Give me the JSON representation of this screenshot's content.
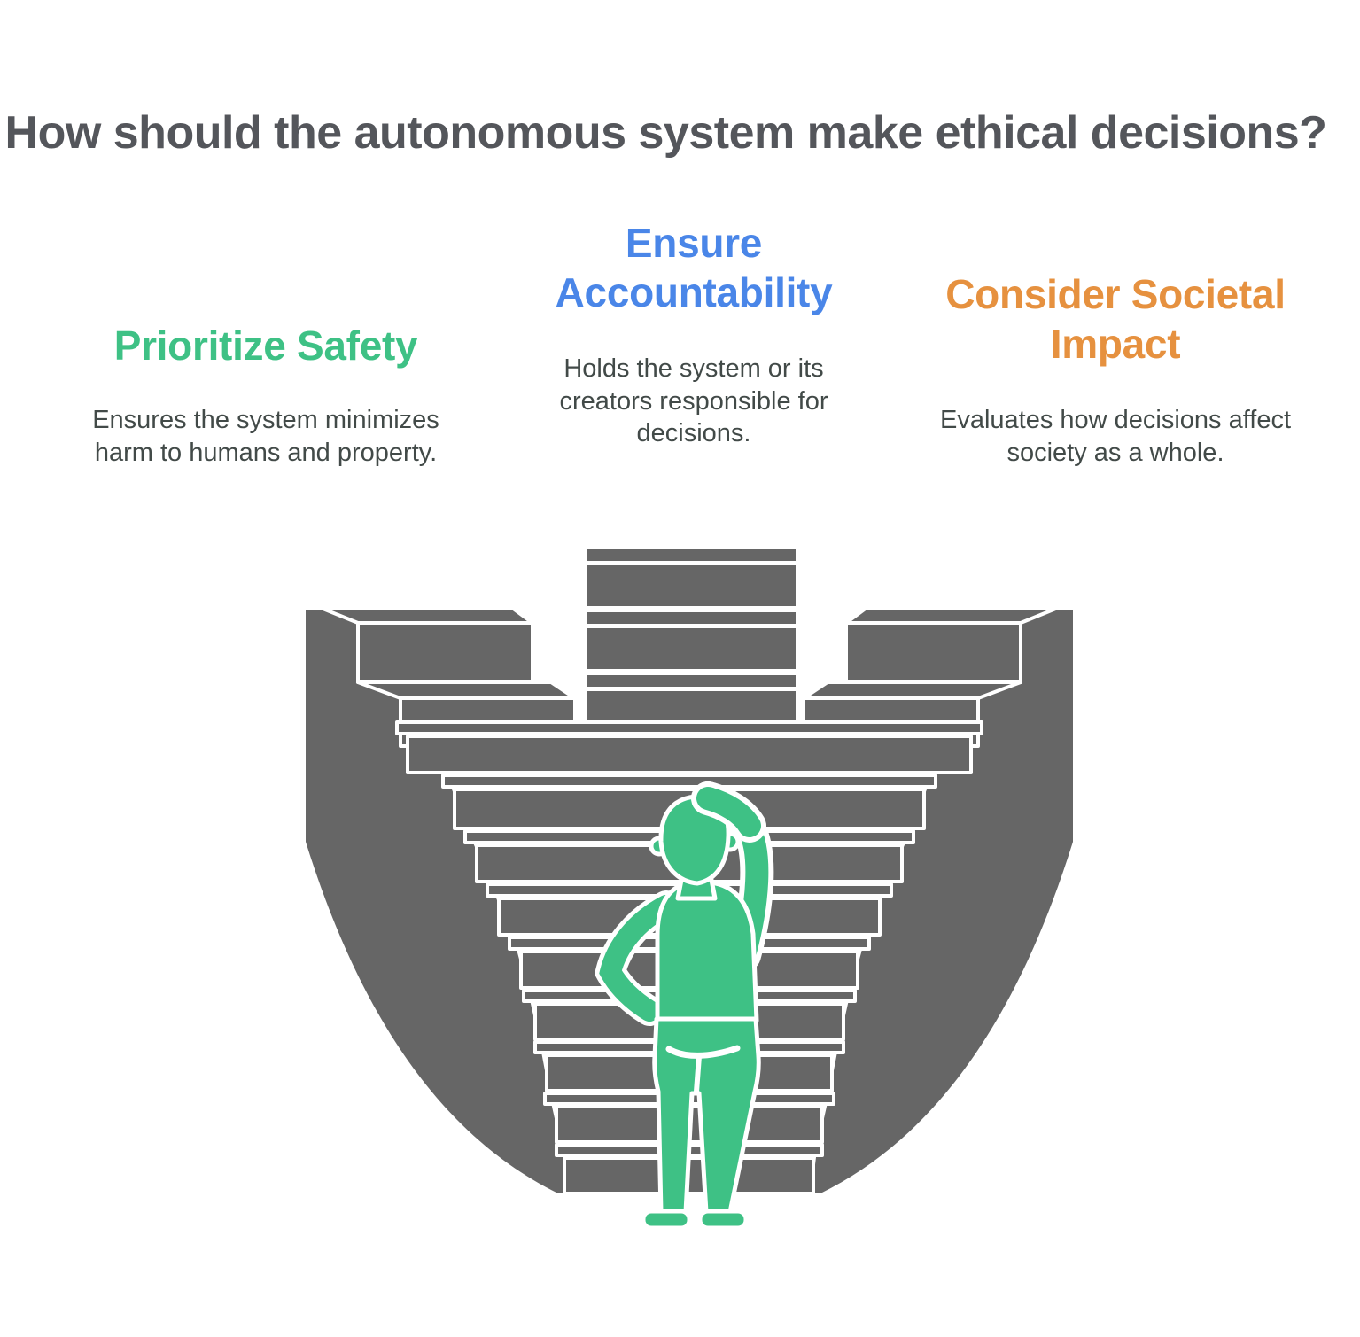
{
  "title": {
    "text": "How should the autonomous system make ethical decisions?"
  },
  "columns": [
    {
      "heading": "Prioritize Safety",
      "description": "Ensures the system minimizes harm to humans and property.",
      "accent_color": "#3ec185"
    },
    {
      "heading": "Ensure Accountability",
      "description": "Holds the system or its creators responsible for decisions.",
      "accent_color": "#4a86e8"
    },
    {
      "heading": "Consider Societal Impact",
      "description": "Evaluates how decisions affect society as a whole.",
      "accent_color": "#e6913f"
    }
  ],
  "illustration": {
    "description": "Person scratching head while facing a staircase that branches into three directions",
    "staircase_color": "#666666",
    "outline_color": "#ffffff",
    "person_color": "#3ec185"
  },
  "page": {
    "background": "#ffffff",
    "title_color": "#54565b",
    "body_text_color": "#424a48"
  }
}
